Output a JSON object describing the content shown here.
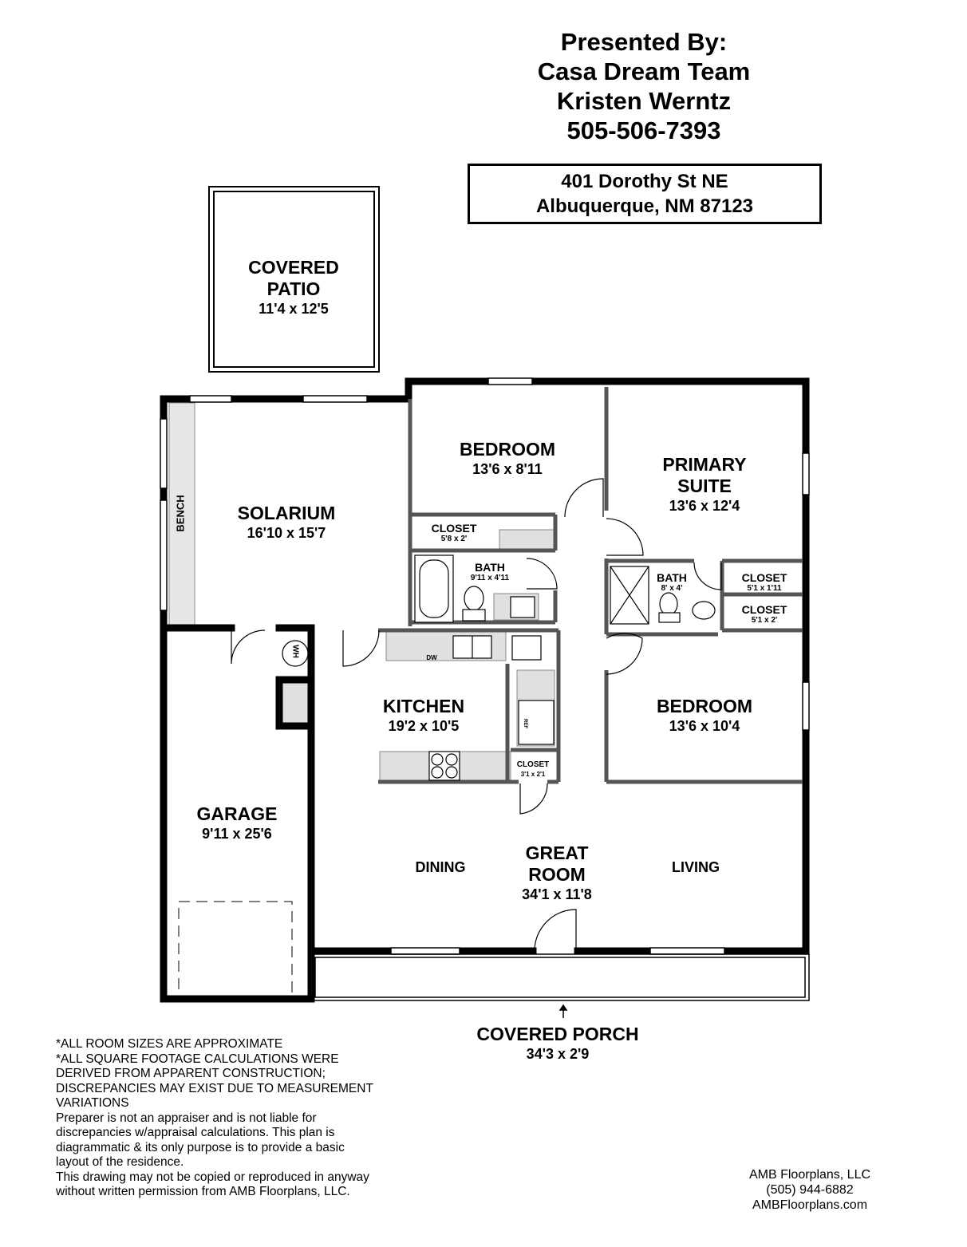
{
  "header": {
    "line1": "Presented By:",
    "line2": "Casa Dream Team",
    "line3": "Kristen Werntz",
    "line4": "505-506-7393"
  },
  "address": {
    "street": "401 Dorothy St NE",
    "city": "Albuquerque, NM 87123"
  },
  "rooms": {
    "covered_patio": {
      "name1": "COVERED",
      "name2": "PATIO",
      "size": "11'4 x 12'5"
    },
    "solarium": {
      "name": "SOLARIUM",
      "size": "16'10 x 15'7"
    },
    "bench": "BENCH",
    "bedroom_1": {
      "name": "BEDROOM",
      "size": "13'6 x 8'11"
    },
    "closet_1": {
      "name": "CLOSET",
      "size": "5'8 x 2'"
    },
    "bath_1": {
      "name": "BATH",
      "size": "9'11 x 4'11"
    },
    "primary_suite": {
      "name1": "PRIMARY",
      "name2": "SUITE",
      "size": "13'6 x 12'4"
    },
    "bath_2": {
      "name": "BATH",
      "size": "8' x 4'"
    },
    "closet_2": {
      "name": "CLOSET",
      "size": "5'1 x 1'11"
    },
    "closet_3": {
      "name": "CLOSET",
      "size": "5'1 x 2'"
    },
    "kitchen": {
      "name": "KITCHEN",
      "size": "19'2 x 10'5"
    },
    "closet_4": {
      "name": "CLOSET",
      "size": "3'1 x 2'1"
    },
    "bedroom_2": {
      "name": "BEDROOM",
      "size": "13'6 x 10'4"
    },
    "garage": {
      "name": "GARAGE",
      "size": "9'11 x 25'6"
    },
    "great_room": {
      "name1": "GREAT",
      "name2": "ROOM",
      "size": "34'1 x 11'8"
    },
    "dining": "DINING",
    "living": "LIVING",
    "covered_porch": {
      "name": "COVERED PORCH",
      "size": "34'3 x 2'9"
    }
  },
  "fixtures": {
    "water_heater": "WH",
    "dishwasher": "DW",
    "refrigerator": "REF"
  },
  "disclaimer": {
    "line1": "*ALL ROOM SIZES ARE APPROXIMATE",
    "line2": "*ALL SQUARE FOOTAGE CALCULATIONS WERE DERIVED FROM APPARENT CONSTRUCTION; DISCREPANCIES MAY EXIST DUE TO MEASUREMENT VARIATIONS",
    "line3": "Preparer is not an appraiser and is not liable for discrepancies w/appraisal calculations.  This plan is diagrammatic & its only purpose is to provide a basic layout of the residence.",
    "line4": "This drawing may not be copied or reproduced in anyway without written permission from AMB Floorplans, LLC."
  },
  "credits": {
    "company": "AMB Floorplans, LLC",
    "phone": "(505) 944-6882",
    "website": "AMBFloorplans.com"
  }
}
